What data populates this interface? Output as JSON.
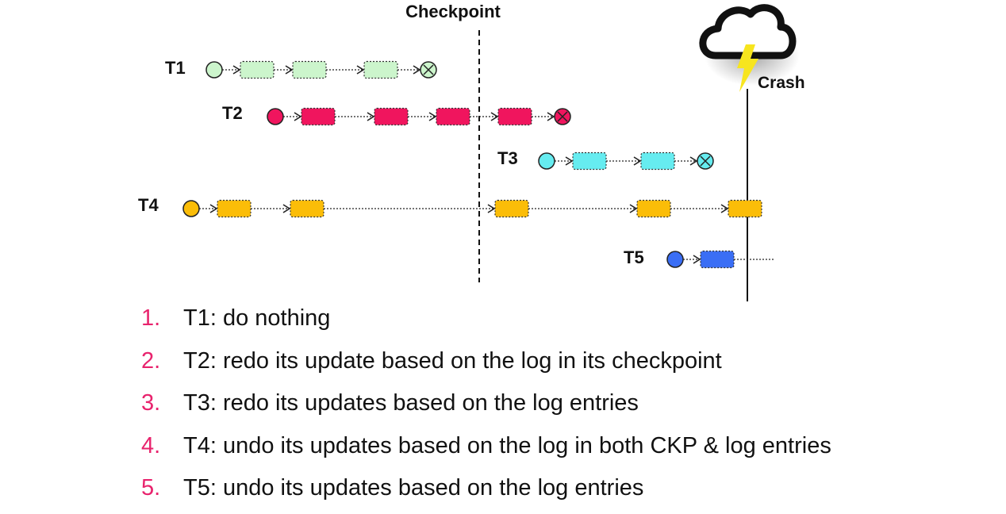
{
  "diagram": {
    "checkpoint_label": "Checkpoint",
    "crash_label": "Crash",
    "transactions": [
      {
        "label": "T1",
        "color": "#ccf5cc",
        "end": "commit"
      },
      {
        "label": "T2",
        "color": "#f0155e",
        "end": "commit"
      },
      {
        "label": "T3",
        "color": "#66ecf0",
        "end": "commit"
      },
      {
        "label": "T4",
        "color": "#fbbd08",
        "end": "open"
      },
      {
        "label": "T5",
        "color": "#3a6ef5",
        "end": "open"
      }
    ]
  },
  "notes": [
    {
      "num": "1.",
      "text": "T1: do nothing"
    },
    {
      "num": "2.",
      "text": "T2: redo its update based on the log in its checkpoint"
    },
    {
      "num": "3.",
      "text": "T3: redo its updates based on the log entries"
    },
    {
      "num": "4.",
      "text": "T4: undo its updates based on the log in both CKP & log entries"
    },
    {
      "num": "5.",
      "text": "T5: undo its updates based on the log entries"
    }
  ],
  "colors": {
    "number_accent": "#e8236d",
    "lightning": "#f7e51e"
  }
}
